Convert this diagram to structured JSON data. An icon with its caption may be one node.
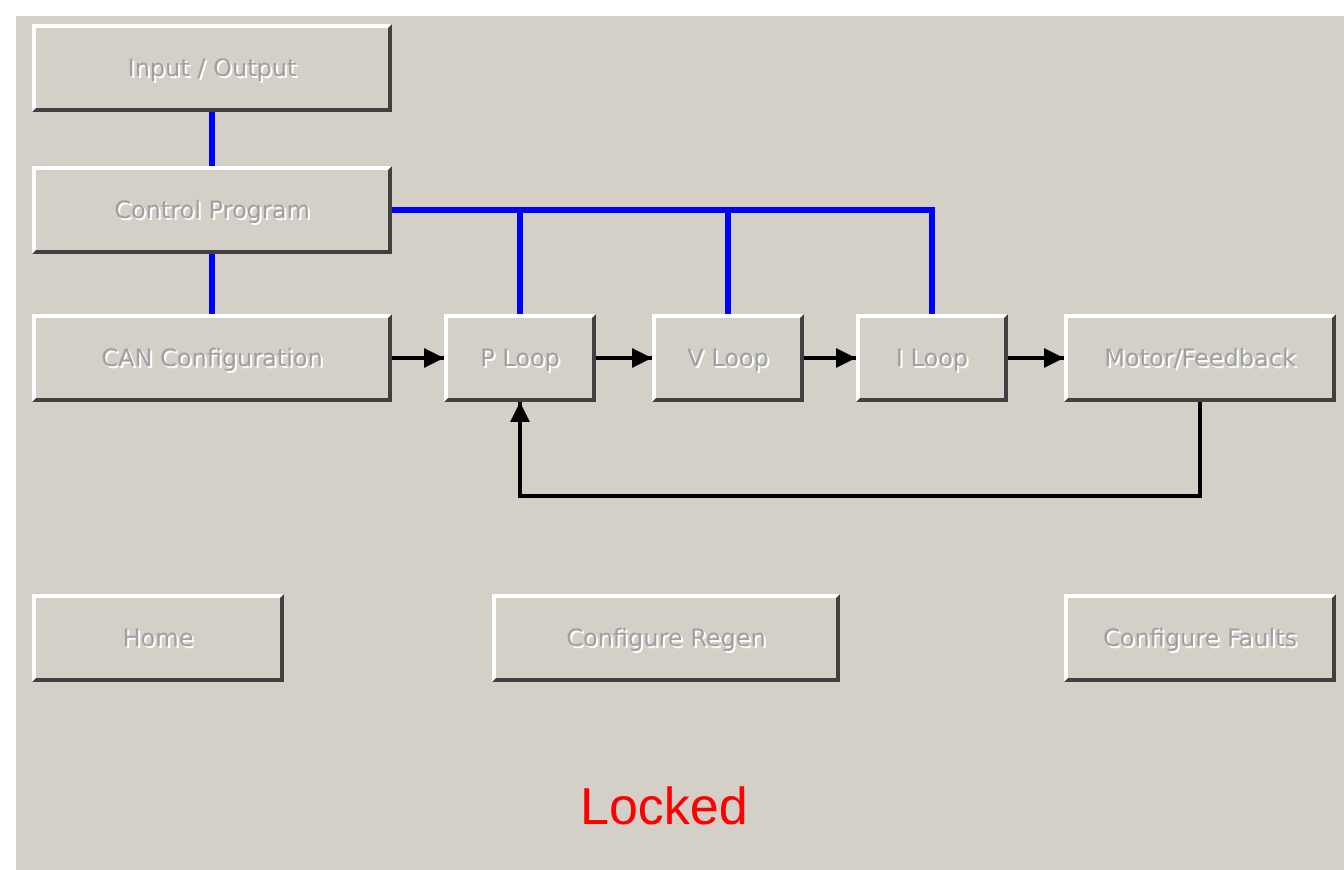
{
  "diagram": {
    "nodes": [
      {
        "text": [
          "Input / Output"
        ]
      },
      {
        "text": [
          "Control Program"
        ]
      },
      {
        "text": [
          "CAN Configuration"
        ]
      },
      {
        "text": [
          "P Loop"
        ]
      },
      {
        "text": [
          "V Loop"
        ]
      },
      {
        "text": [
          "I Loop"
        ]
      },
      {
        "text": [
          "Motor/Feedback"
        ]
      },
      {
        "text": [
          "Home"
        ]
      },
      {
        "text": [
          "Configure Regen"
        ]
      },
      {
        "text": [
          "Configure Faults"
        ]
      }
    ],
    "edges": [
      {
        "from": 0,
        "to": 1,
        "arrow": "none",
        "color": "#0000ff"
      },
      {
        "from": 1,
        "to": 2,
        "arrow": "none",
        "color": "#0000ff"
      },
      {
        "from": 1,
        "to": 3,
        "arrow": "none",
        "color": "#0000ff"
      },
      {
        "from": 1,
        "to": 4,
        "arrow": "none",
        "color": "#0000ff"
      },
      {
        "from": 1,
        "to": 5,
        "arrow": "none",
        "color": "#0000ff"
      },
      {
        "from": 2,
        "to": 3,
        "arrow": "to",
        "color": "#000000"
      },
      {
        "from": 3,
        "to": 4,
        "arrow": "to",
        "color": "#000000"
      },
      {
        "from": 4,
        "to": 5,
        "arrow": "to",
        "color": "#000000"
      },
      {
        "from": 5,
        "to": 6,
        "arrow": "to",
        "color": "#000000"
      },
      {
        "from": 6,
        "to": 3,
        "arrow": "to",
        "color": "#000000"
      }
    ],
    "labels": [
      "Locked"
    ]
  }
}
